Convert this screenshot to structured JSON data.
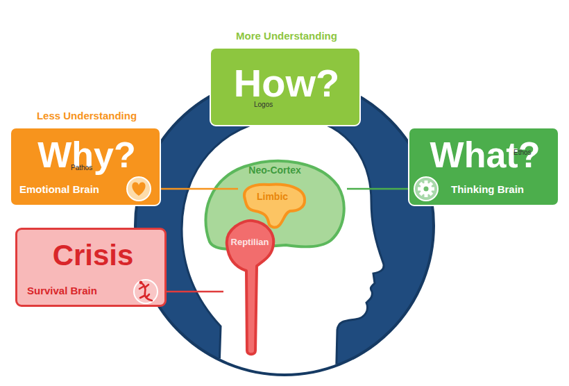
{
  "diagram": {
    "nodes": [
      {
        "text": [
          "More Understanding",
          "How?",
          "Logos"
        ]
      },
      {
        "text": [
          "Less Understanding",
          "Why?",
          "Pathos",
          "Emotional Brain"
        ]
      },
      {
        "text": [
          "What?",
          "Ethos",
          "Thinking Brain"
        ]
      },
      {
        "text": [
          "Neo-Cortex"
        ]
      },
      {
        "text": [
          "Limbic"
        ],
        "in": 3
      },
      {
        "text": [
          "Reptilian"
        ]
      },
      {
        "text": [
          "Crisis",
          "Survival Brain"
        ]
      }
    ],
    "edges": [
      {
        "from": 1,
        "to": 4,
        "arrow": "none"
      },
      {
        "from": 2,
        "to": 3,
        "arrow": "none"
      },
      {
        "from": 6,
        "to": 5,
        "arrow": "none"
      }
    ]
  }
}
